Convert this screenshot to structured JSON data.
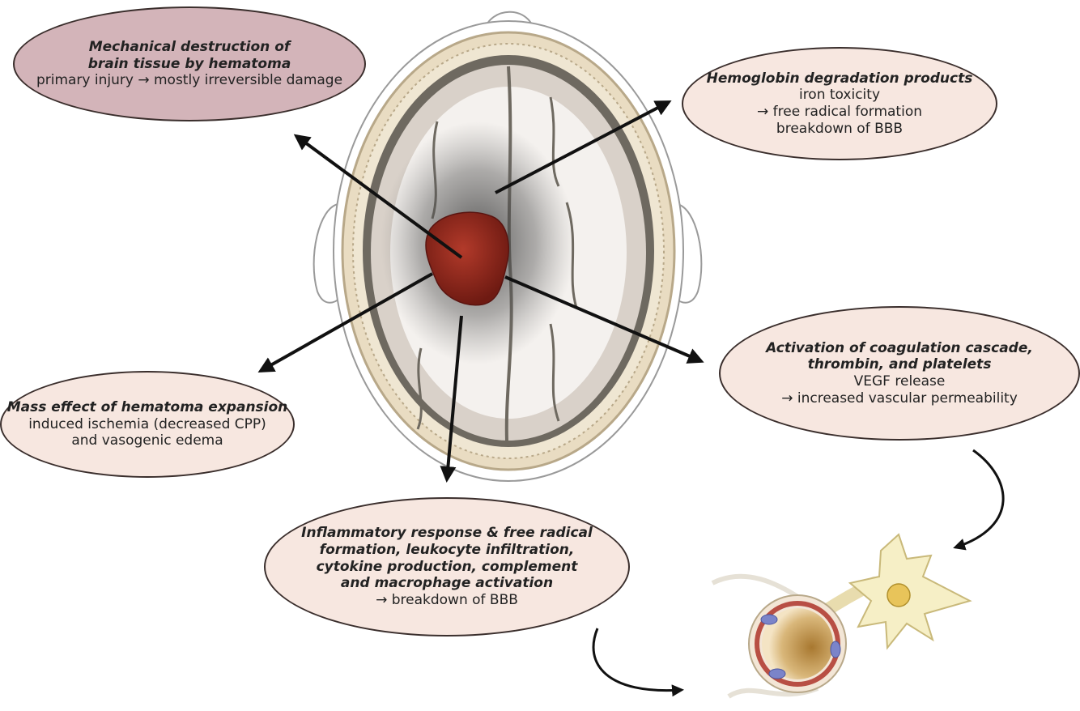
{
  "bubbles": {
    "mechanical": {
      "title_line1": "Mechanical destruction of",
      "title_line2": "brain tissue by hematoma",
      "note": "primary injury → mostly irreversible damage"
    },
    "hemoglobin": {
      "title": "Hemoglobin degradation products",
      "note_line1": "iron toxicity",
      "note_line2": "→ free radical formation",
      "note_line3": "breakdown of BBB"
    },
    "coagulation": {
      "title_line1": "Activation of coagulation cascade,",
      "title_line2": "thrombin, and platelets",
      "note_line1": "VEGF release",
      "note_line2": "→ increased vascular permeability"
    },
    "mass_effect": {
      "title": "Mass effect of hematoma expansion",
      "note_line1": "induced ischemia (decreased CPP)",
      "note_line2": "and vasogenic edema"
    },
    "inflammatory": {
      "title_line1": "Inflammatory response & free radical",
      "title_line2": "formation, leukocyte infiltration,",
      "title_line3": "cytokine production, complement",
      "title_line4": "and macrophage activation",
      "note": "→ breakdown of BBB"
    }
  },
  "colors": {
    "mauve_bubble": "#d3b4b9",
    "peach_bubble": "#f7e7e0",
    "hematoma": "#8e2418",
    "arrow": "#111111"
  }
}
